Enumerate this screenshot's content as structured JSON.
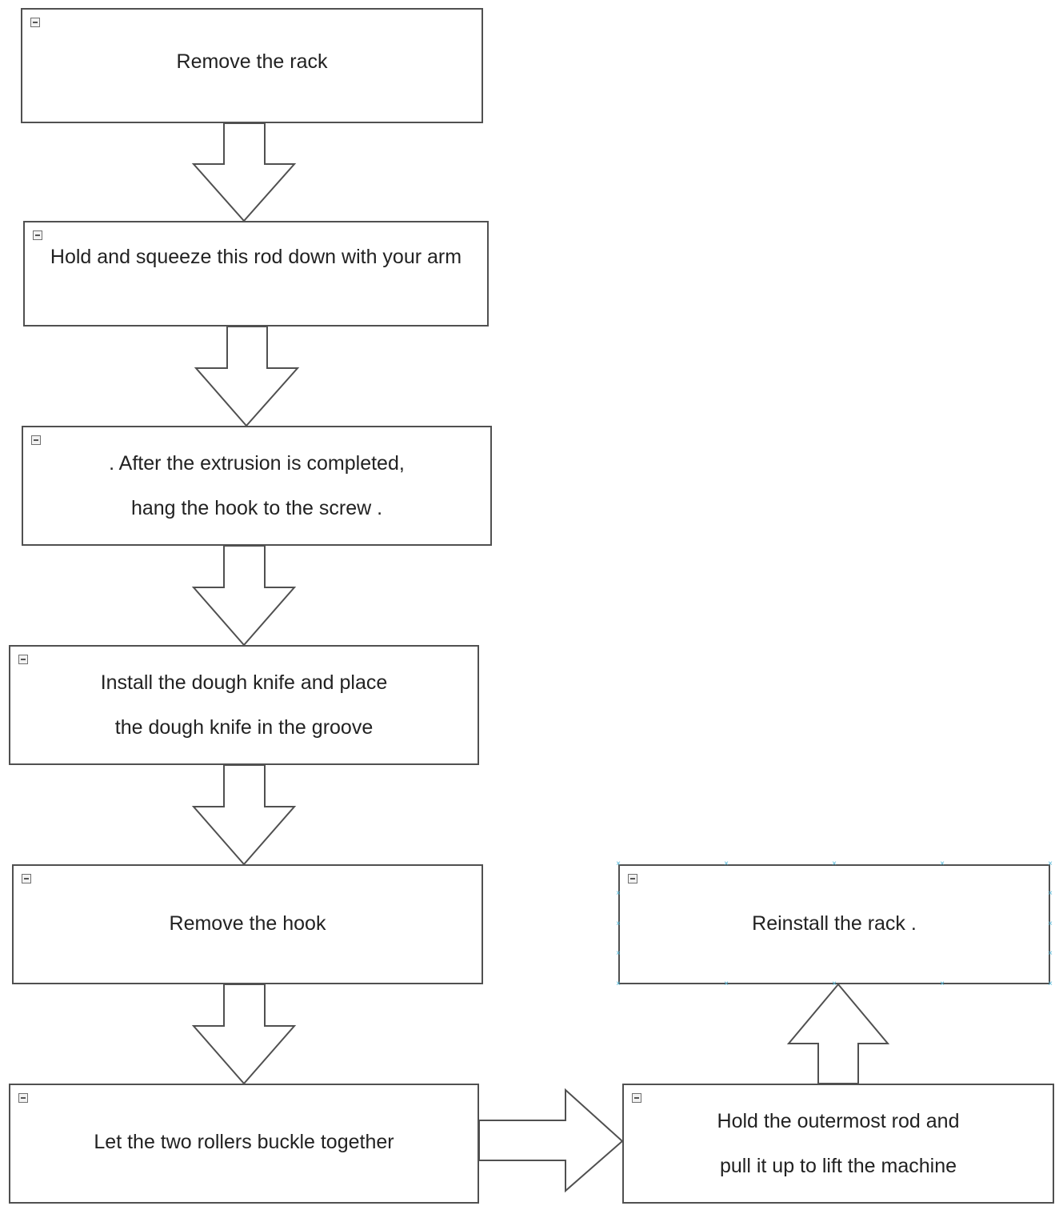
{
  "steps": [
    {
      "id": "remove-rack",
      "lines": [
        "Remove the rack"
      ]
    },
    {
      "id": "hold-squeeze-rod",
      "lines": [
        "Hold and squeeze this rod down with your arm"
      ]
    },
    {
      "id": "hang-hook",
      "lines": [
        ". After the extrusion is completed,",
        "hang the hook  to the screw ."
      ]
    },
    {
      "id": "install-dough-knife",
      "lines": [
        "Install the dough knife and place",
        "the dough knife in the groove"
      ]
    },
    {
      "id": "remove-hook",
      "lines": [
        "Remove the hook"
      ]
    },
    {
      "id": "rollers-buckle",
      "lines": [
        "Let the two rollers buckle together"
      ]
    },
    {
      "id": "lift-machine",
      "lines": [
        "Hold the outermost rod and",
        "pull it up to lift the machine"
      ]
    },
    {
      "id": "reinstall-rack",
      "lines": [
        "Reinstall the rack ."
      ]
    }
  ],
  "colors": {
    "stroke": "#505050",
    "text": "#222222",
    "selection": "#4fb6d8"
  },
  "icons": {
    "box_toggle": "collapse-icon",
    "flow": "block-arrow-icon"
  }
}
